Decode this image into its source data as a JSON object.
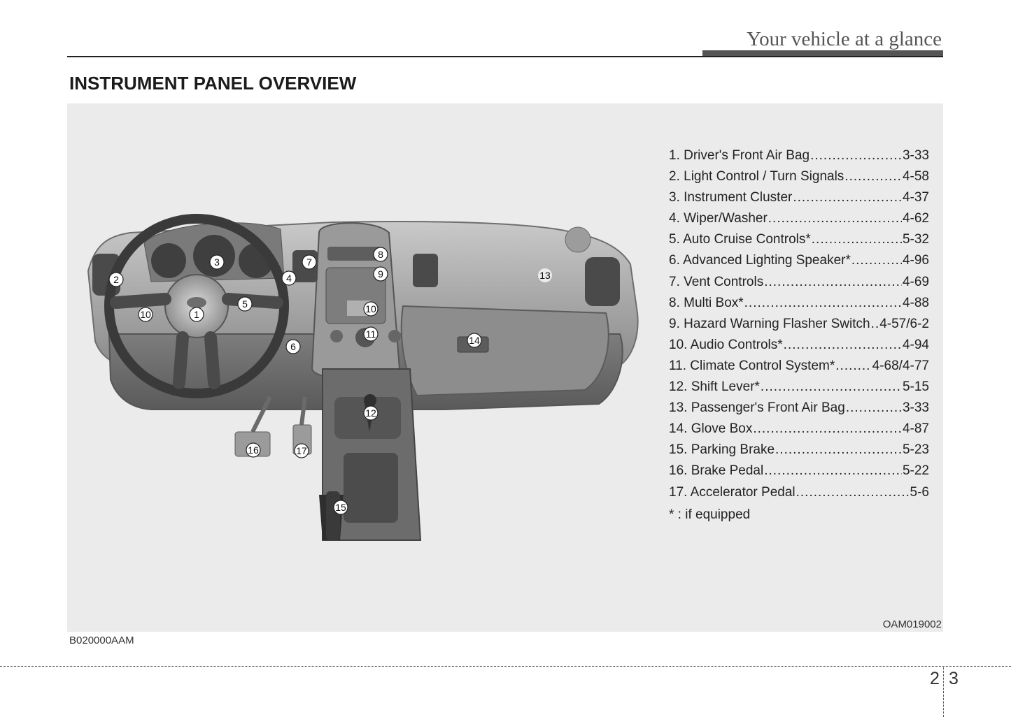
{
  "header": {
    "title": "Your vehicle at a glance"
  },
  "section": {
    "title": "INSTRUMENT PANEL OVERVIEW"
  },
  "figure": {
    "code": "OAM019002",
    "callouts": [
      "1",
      "2",
      "3",
      "4",
      "5",
      "6",
      "7",
      "8",
      "9",
      "10",
      "10",
      "11",
      "12",
      "13",
      "14",
      "15",
      "16",
      "17"
    ]
  },
  "legend": {
    "items": [
      {
        "label": "1. Driver's Front Air Bag",
        "page": "3-33"
      },
      {
        "label": "2. Light Control / Turn Signals",
        "page": "4-58"
      },
      {
        "label": "3. Instrument Cluster",
        "page": "4-37"
      },
      {
        "label": "4. Wiper/Washer",
        "page": "4-62"
      },
      {
        "label": "5. Auto Cruise Controls*",
        "page": "5-32"
      },
      {
        "label": "6. Advanced Lighting Speaker*",
        "page": "4-96"
      },
      {
        "label": "7. Vent Controls",
        "page": "4-69"
      },
      {
        "label": "8. Multi Box*",
        "page": "4-88"
      },
      {
        "label": "9. Hazard Warning Flasher Switch",
        "page": "4-57/6-2"
      },
      {
        "label": "10. Audio Controls*",
        "page": "4-94"
      },
      {
        "label": "11. Climate Control System*",
        "page": "4-68/4-77"
      },
      {
        "label": "12. Shift Lever*",
        "page": "5-15"
      },
      {
        "label": "13. Passenger's Front Air Bag",
        "page": "3-33"
      },
      {
        "label": "14. Glove Box",
        "page": "4-87"
      },
      {
        "label": "15. Parking Brake",
        "page": "5-23"
      },
      {
        "label": "16. Brake Pedal",
        "page": "5-22"
      },
      {
        "label": "17. Accelerator Pedal",
        "page": "5-6"
      }
    ],
    "note": "* : if equipped"
  },
  "doc_code": "B020000AAM",
  "page_numbers": {
    "left": "2",
    "right": "3"
  }
}
